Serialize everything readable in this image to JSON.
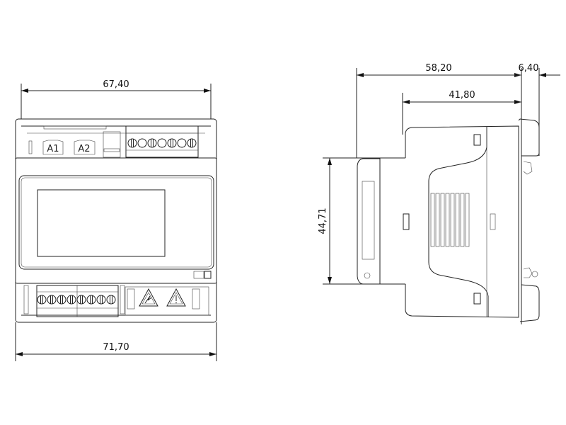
{
  "front_view": {
    "dim_top_width": "67,40",
    "dim_overall_width": "71,70",
    "terminal_labels": [
      "A1",
      "A2"
    ],
    "warning_icons": [
      "electric-shock-warning",
      "general-warning"
    ]
  },
  "side_view": {
    "dim_depth": "58,20",
    "dim_clip": "6,40",
    "dim_body_depth": "41,80",
    "dim_front_height": "44,71"
  },
  "colors": {
    "line": "#222222",
    "background": "#ffffff"
  }
}
